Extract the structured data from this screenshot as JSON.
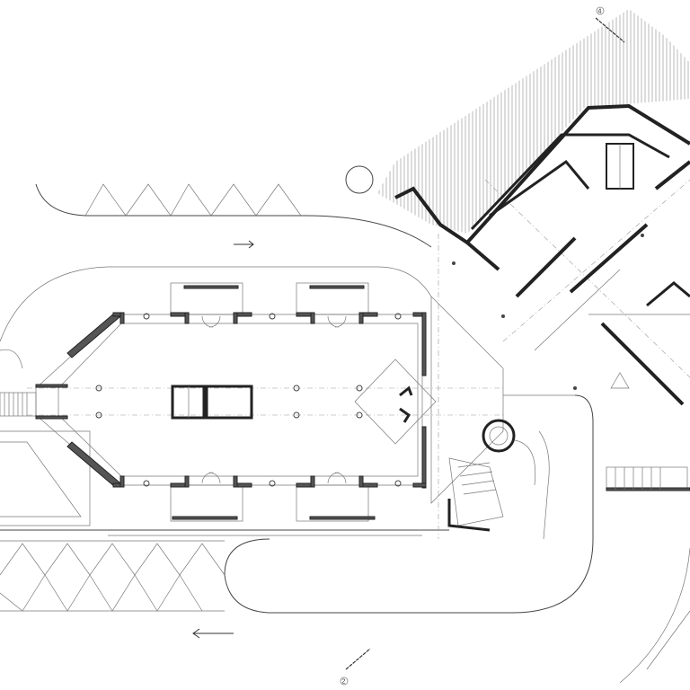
{
  "drawing": {
    "type": "architectural floor plan",
    "grid_markers": [
      {
        "label": "4"
      },
      {
        "label": "2"
      }
    ],
    "traffic_arrows": [
      {
        "direction": "right",
        "glyph": "→"
      },
      {
        "direction": "left",
        "glyph": "←"
      }
    ],
    "colors": {
      "wall": "#555555",
      "line": "#777777",
      "background": "#ffffff"
    }
  }
}
